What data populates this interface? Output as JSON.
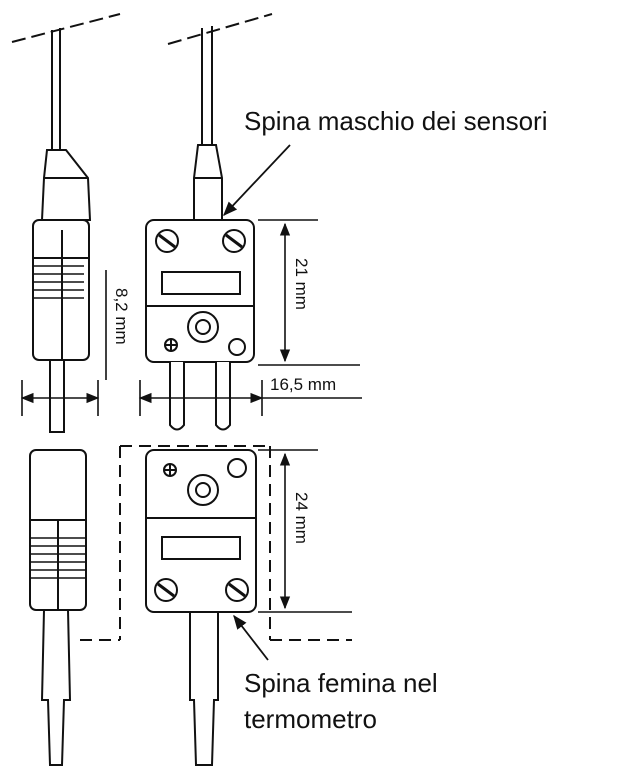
{
  "labels": {
    "male_plug": "Spina maschio dei sensori",
    "female_plug_line1": "Spina femina nel",
    "female_plug_line2": "termometro"
  },
  "dimensions": {
    "side_width": "8,2 mm",
    "male_height": "21 mm",
    "pin_width": "16,5 mm",
    "female_height": "24 mm"
  }
}
